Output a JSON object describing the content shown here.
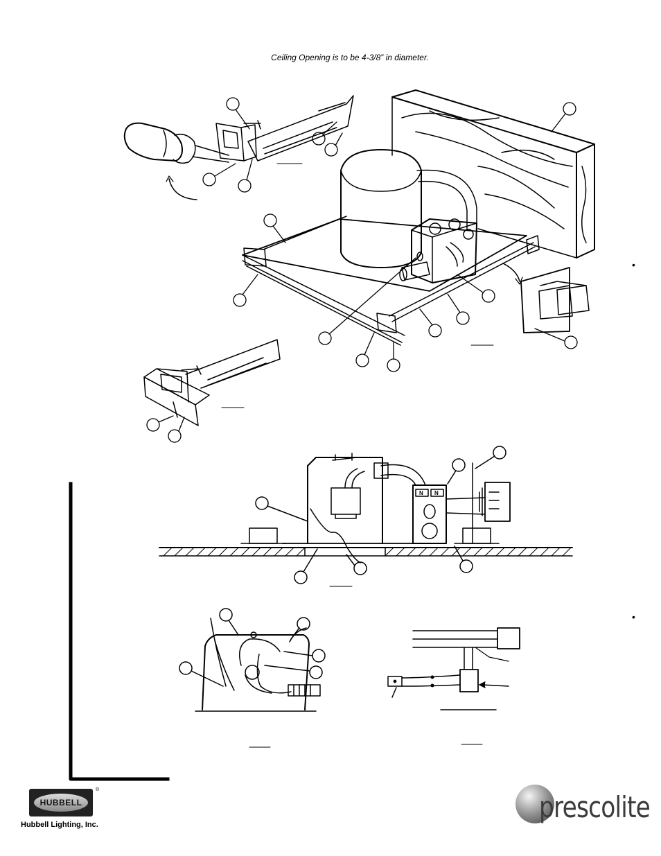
{
  "caption": "Ceiling Opening is to be 4-3/8” in diameter.",
  "bullets": [
    "•",
    "•"
  ],
  "box_labels": {
    "box1": "N",
    "box2": "N"
  },
  "logos": {
    "hubbell_name": "HUBBELL",
    "hubbell_reg": "®",
    "hubbell_company": "Hubbell Lighting, Inc.",
    "prescolite": "prescolite"
  }
}
